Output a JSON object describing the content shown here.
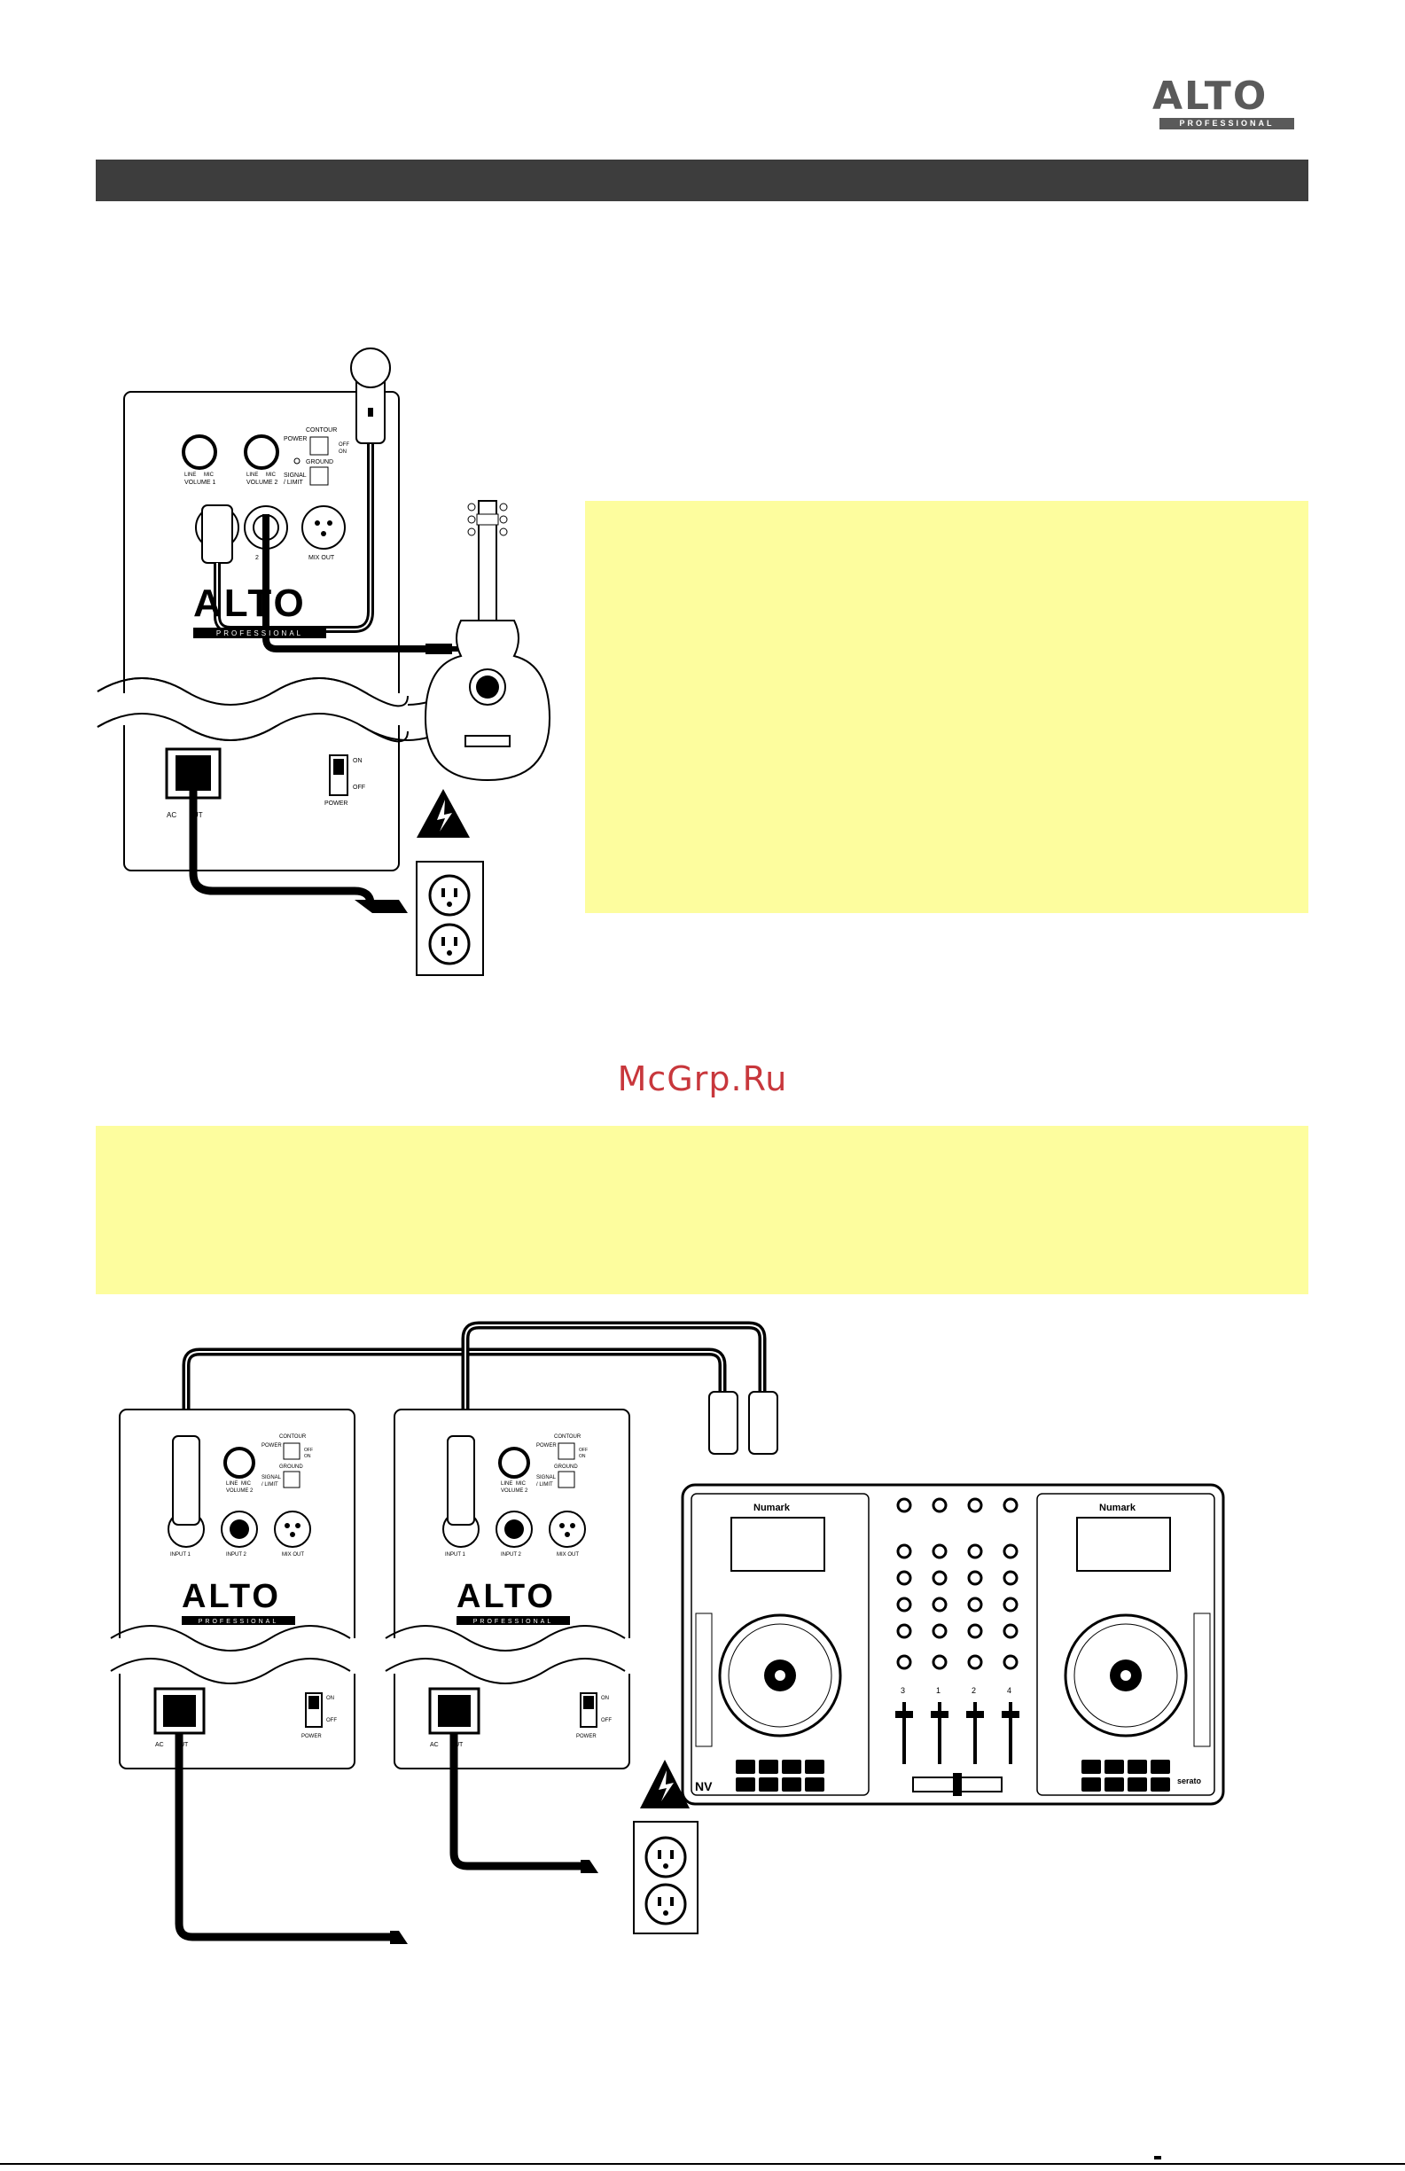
{
  "brand": {
    "logo_name": "ALTO",
    "logo_sub": "PROFESSIONAL"
  },
  "watermark": "McGrp.Ru",
  "diagram1": {
    "controls": {
      "volume1": "VOLUME 1",
      "volume2": "VOLUME 2",
      "line": "LINE",
      "mic": "MIC",
      "power": "POWER",
      "contour": "CONTOUR",
      "off": "OFF",
      "on": "ON",
      "ground": "GROUND",
      "signal": "SIGNAL",
      "limit": "/ LIMIT",
      "mix_out": "MIX OUT",
      "input2": "2",
      "ac_in": "AC",
      "ac_out": "UT",
      "power_switch": "POWER",
      "switch_on": "ON",
      "switch_off": "OFF"
    }
  },
  "diagram2": {
    "speaker": {
      "volume2": "VOLUME 2",
      "line": "LINE",
      "mic": "MIC",
      "power": "POWER",
      "contour": "CONTOUR",
      "off": "OFF",
      "on": "ON",
      "ground": "GROUND",
      "signal": "SIGNAL",
      "limit": "/ LIMIT",
      "input1": "INPUT 1",
      "input2": "INPUT 2",
      "mix_out": "MIX OUT",
      "ac_in": "AC",
      "ac_out": "UT",
      "power_switch": "POWER",
      "switch_on": "ON",
      "switch_off": "OFF"
    },
    "controller": {
      "brand_left": "Numark",
      "brand_right": "Numark",
      "model": "NV",
      "software": "serato",
      "channels": [
        "3",
        "1",
        "2",
        "4"
      ]
    }
  }
}
